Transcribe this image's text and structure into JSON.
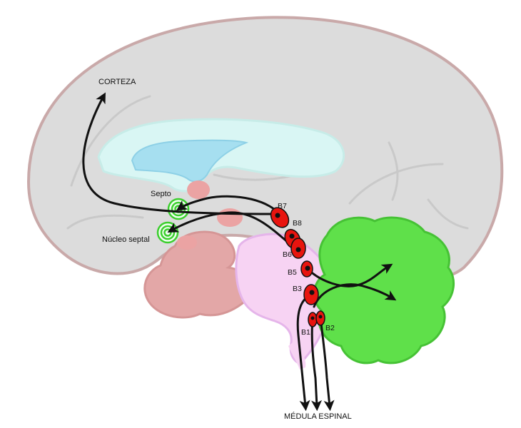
{
  "labels": {
    "corteza": "CORTEZA",
    "septo": "Septo",
    "nucleo_septal": "Núcleo septal",
    "medula": "MÉDULA ESPINAL",
    "b7": "B7",
    "b8": "B8",
    "b6": "B6",
    "b5": "B5",
    "b3": "B3",
    "b1": "B1",
    "b2": "B2"
  },
  "colors": {
    "brain_fill": "#dcdcdc",
    "brain_outline": "#c9a9a9",
    "ventricle_outer": "#d9f6f4",
    "ventricle_inner": "#a6dff0",
    "cerebellum": "#5fe04a",
    "cerebellum_outline": "#46c235",
    "brainstem": "#f7d3f3",
    "brainstem_outline": "#e5b5ea",
    "thalamus": "#e3a7a7",
    "raphe_nucleus": "#e8140f",
    "target_ring": "#3ccf2e",
    "arrow": "#111111"
  }
}
